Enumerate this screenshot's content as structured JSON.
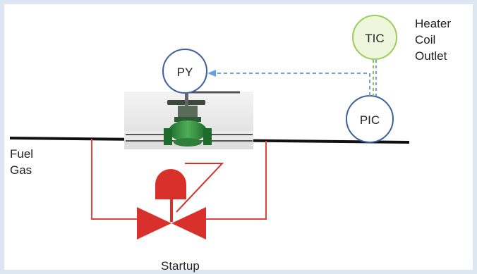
{
  "labels": {
    "fuel_line": [
      "Fuel",
      "Gas"
    ],
    "heater_outlet": [
      "Heater",
      "Coil",
      "Outlet"
    ],
    "startup": "Startup"
  },
  "instruments": {
    "py": "PY",
    "tic": "TIC",
    "pic": "PIC"
  },
  "colors": {
    "frame_border": "#dbe6f1",
    "pipe": "#111111",
    "bypass_line": "#e8413a",
    "startup_valve": "#d8312c",
    "instrument_outline": "#3d5f9f",
    "tic_outline": "#9acd5a",
    "tic_fill": "#eef6dc",
    "signal_blue": "#6aa0e0",
    "signal_green": "#8bc34a"
  }
}
